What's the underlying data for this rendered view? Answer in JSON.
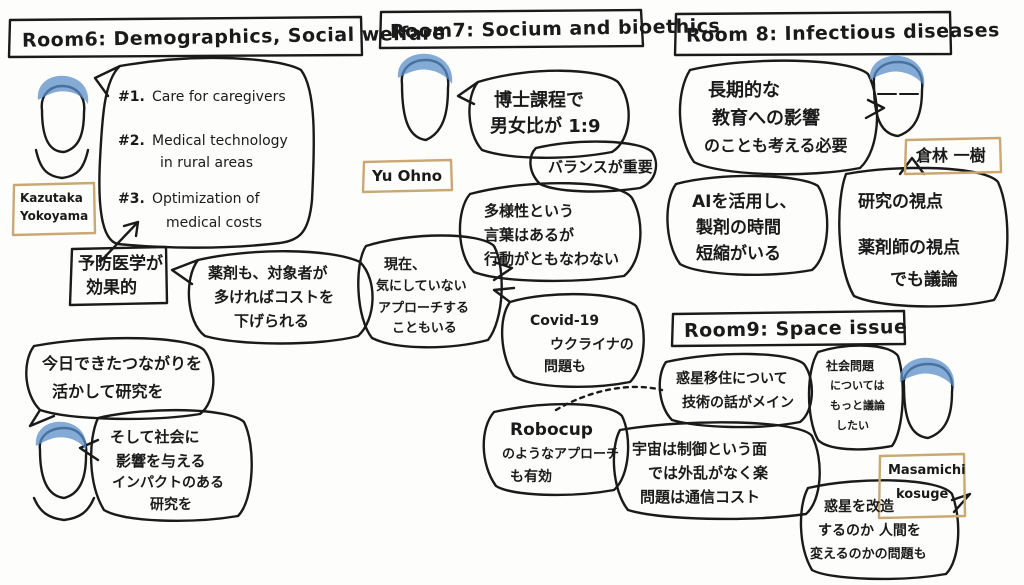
{
  "rooms": {
    "room6": {
      "title": "Room6: Demographics, Social welfare",
      "person": "Kazutaka Yokoyama",
      "person_line1": "Kazutaka",
      "person_line2": "Yokoyama",
      "points": [
        {
          "num": "#1.",
          "line1": "Care for caregivers",
          "line2": ""
        },
        {
          "num": "#2.",
          "line1": "Medical technology",
          "line2": "in rural areas"
        },
        {
          "num": "#3.",
          "line1": "Optimization of",
          "line2": "medical costs"
        }
      ],
      "note_box": {
        "line1": "予防医学が",
        "line2": "効果的"
      },
      "bubble": {
        "line1": "薬剤も、対象者が",
        "line2": "多ければコストを",
        "line3": "下げられる"
      }
    },
    "room7": {
      "title": "Room7: Socium and bioethics",
      "person": "Yu Ohno",
      "bubbles": [
        {
          "line1": "博士課程で",
          "line2": "男女比が 1:9"
        },
        {
          "line1": "バランスが重要"
        },
        {
          "line1": "多様性という",
          "line2": "言葉はあるが",
          "line3": "行動がともなわない"
        },
        {
          "line1": "現在、",
          "line2": "気にしていない",
          "line3": "アプローチする",
          "line4": "こともいる"
        },
        {
          "line1": "Covid-19",
          "line2": "ウクライナの",
          "line3": "問題も"
        }
      ]
    },
    "room8": {
      "title": "Room 8: Infectious diseases",
      "person": "倉林 一樹",
      "bubbles": [
        {
          "line1": "長期的な",
          "line2": "教育への影響",
          "line3": "のことも考える必要"
        },
        {
          "line1": "AIを活用し、",
          "line2": "製剤の時間",
          "line3": "短縮がいる"
        },
        {
          "line1": "研究の視点",
          "line2": "薬剤師の視点",
          "line3": "でも議論"
        }
      ]
    },
    "room9": {
      "title": "Room9: Space issue",
      "person": "Masamichi Kosuge",
      "person_line1": "Masamichi",
      "person_line2": "kosuge",
      "bubbles": [
        {
          "line1": "惑星移住について",
          "line2": "技術の話がメイン"
        },
        {
          "line1": "社会問題",
          "line2": "については",
          "line3": "もっと議論",
          "line4": "したい"
        },
        {
          "line1": "宇宙は制御という面",
          "line2": "では外乱がなく楽",
          "line3": "問題は通信コスト"
        },
        {
          "line1": "惑星を改造",
          "line2": "するのか 人間を",
          "line3": "変えるのかの問題も"
        }
      ],
      "robocup": {
        "line1": "Robocup",
        "line2": "のようなアプローチ",
        "line3": "も有効"
      }
    },
    "closing": {
      "bubbles": [
        {
          "line1": "今日できたつながりを",
          "line2": "活かして研究を"
        },
        {
          "line1": "そして社会に",
          "line2": "影響を与える",
          "line3": "インパクトのある",
          "line4": "研究を"
        }
      ]
    }
  },
  "colors": {
    "ink": "#1a1a1a",
    "hair_blue": "#5b8ec9",
    "name_box": "#c9a874",
    "paper": "#fdfdfb"
  }
}
